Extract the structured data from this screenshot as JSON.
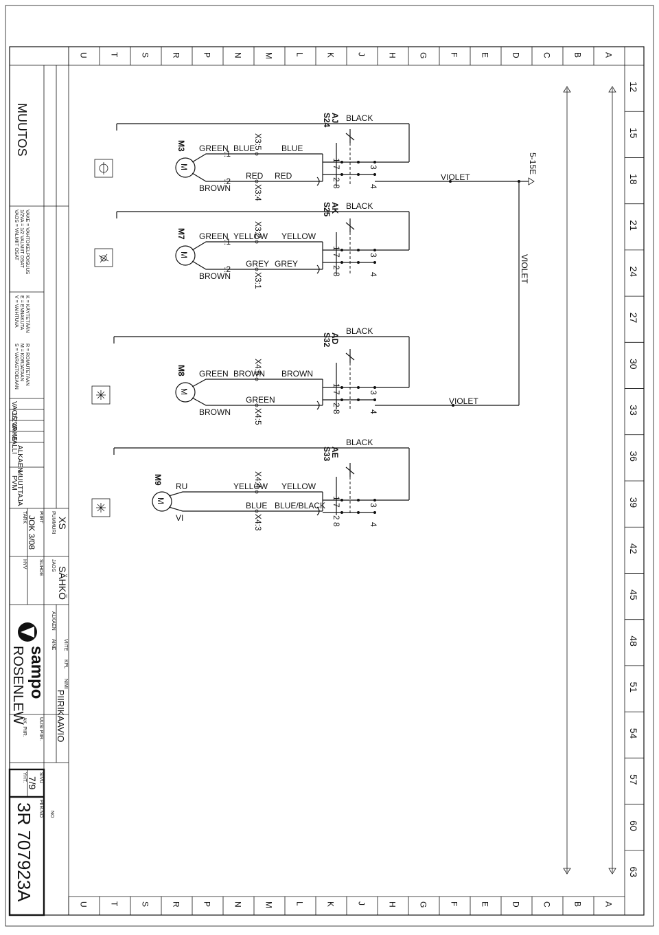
{
  "row_letters": [
    "U",
    "T",
    "S",
    "R",
    "P",
    "N",
    "M",
    "L",
    "K",
    "J",
    "H",
    "G",
    "F",
    "E",
    "D",
    "C",
    "B",
    "A"
  ],
  "col_numbers": [
    "12",
    "15",
    "18",
    "21",
    "24",
    "27",
    "30",
    "33",
    "36",
    "39",
    "42",
    "45",
    "48",
    "51",
    "54",
    "57",
    "60",
    "63"
  ],
  "circuits": [
    {
      "motor": "M3",
      "motor_symbol": "M",
      "switch": "AJ",
      "switch_id": "S24",
      "wire_top": "GREEN",
      "wire_bottom": "BROWN",
      "t1": ":1",
      "t2": ":2",
      "x_top": "X3:5",
      "x_bottom": "X3:4",
      "c_top_a": "BLUE",
      "c_top_b": "BLUE",
      "c_bot_a": "RED",
      "c_bot_b": "RED",
      "black": "BLACK",
      "pins_top": "1 7",
      "pins_bot": "2 8",
      "n3": "3",
      "n4": "4"
    },
    {
      "motor": "M7",
      "motor_symbol": "M",
      "switch": "AK",
      "switch_id": "S25",
      "wire_top": "GREEN",
      "wire_bottom": "BROWN",
      "t1": ":1",
      "t2": ":2",
      "x_top": "X3:2",
      "x_bottom": "X3:1",
      "c_top_a": "YELLOW",
      "c_top_b": "YELLOW",
      "c_bot_a": "GREY",
      "c_bot_b": "GREY",
      "black": "BLACK",
      "pins_top": "1 7",
      "pins_bot": "2 8",
      "n3": "3",
      "n4": "4"
    },
    {
      "motor": "M8",
      "motor_symbol": "M",
      "switch": "AD",
      "switch_id": "S32",
      "wire_top": "GREEN",
      "wire_bottom": "BROWN",
      "x_top": "X4:6",
      "x_bottom": "X4:5",
      "c_top_a": "BROWN",
      "c_top_b": "BROWN",
      "c_bot_a": "GREEN",
      "black": "BLACK",
      "pins_top": "1 7",
      "pins_bot": "2 8",
      "n3": "3",
      "n4": "4"
    },
    {
      "motor": "M9",
      "motor_symbol": "M",
      "switch": "AE",
      "switch_id": "S33",
      "wire_top": "RU",
      "wire_bottom": "VI",
      "x_top": "X4:4",
      "x_bottom": "X4:3",
      "c_top_a": "YELLOW",
      "c_top_b": "YELLOW",
      "c_bot_a": "BLUE",
      "c_bot_b": "BLUE/BLACK",
      "black": "BLACK",
      "pins_top": "1 7",
      "pins_bot": "2 8",
      "n3": "3",
      "n4": "4"
    }
  ],
  "violet": "VIOLET",
  "ref_5_15e": "5-15E",
  "title_block": {
    "muutos": "MUUTOS",
    "vaos_legend": [
      "VAOS = VALMIIT OSAT",
      "1/2VA = 1/2 VALMIIT OSAT",
      "VAKE = VAHTOKELPOISUUS"
    ],
    "v_legend": [
      "V = VAIHTUVA",
      "E = ENNAKUTA",
      "K = KÄYTETÄÄN"
    ],
    "s_legend": [
      "S = VARASTOIDAAN",
      "M = KORJATAAN",
      "R = ROMUTETAAN"
    ],
    "vaos": "VAOS",
    "half_va": "1/2VA",
    "vake": "VAKE",
    "malli": "MALLI",
    "alkaen": "ALKAEN",
    "muuttaja": "MUUTTAJA",
    "pvm": "PVM",
    "pijr": "PIIRT",
    "tark": "TARK",
    "pijr_value": "JOK 3/08",
    "hyv": "HYV",
    "pummuri": "PUMMURI",
    "xs": "XS",
    "suhde": "SUHDE",
    "jaos": "JAOS",
    "jaos_value": "SÄHKÖ",
    "alkaen2": "ALKAEN",
    "aine": "AINE",
    "viite": "VIITE",
    "kpl": "KPL",
    "nimi": "NIMI",
    "nimi_value": "PIIRIKAAVIO",
    "company_brand": "sampo",
    "company_sub": "ROSENLEW",
    "uusi_piir": "UUSI PIIR.",
    "ak_piir": "AK. PIIR.",
    "sivu": "SIVU",
    "yht": "YHT.",
    "sivu_value": "7/9",
    "piir_no": "PIIR.NO",
    "no": "NO",
    "drawing_no": "3R 707923A"
  }
}
